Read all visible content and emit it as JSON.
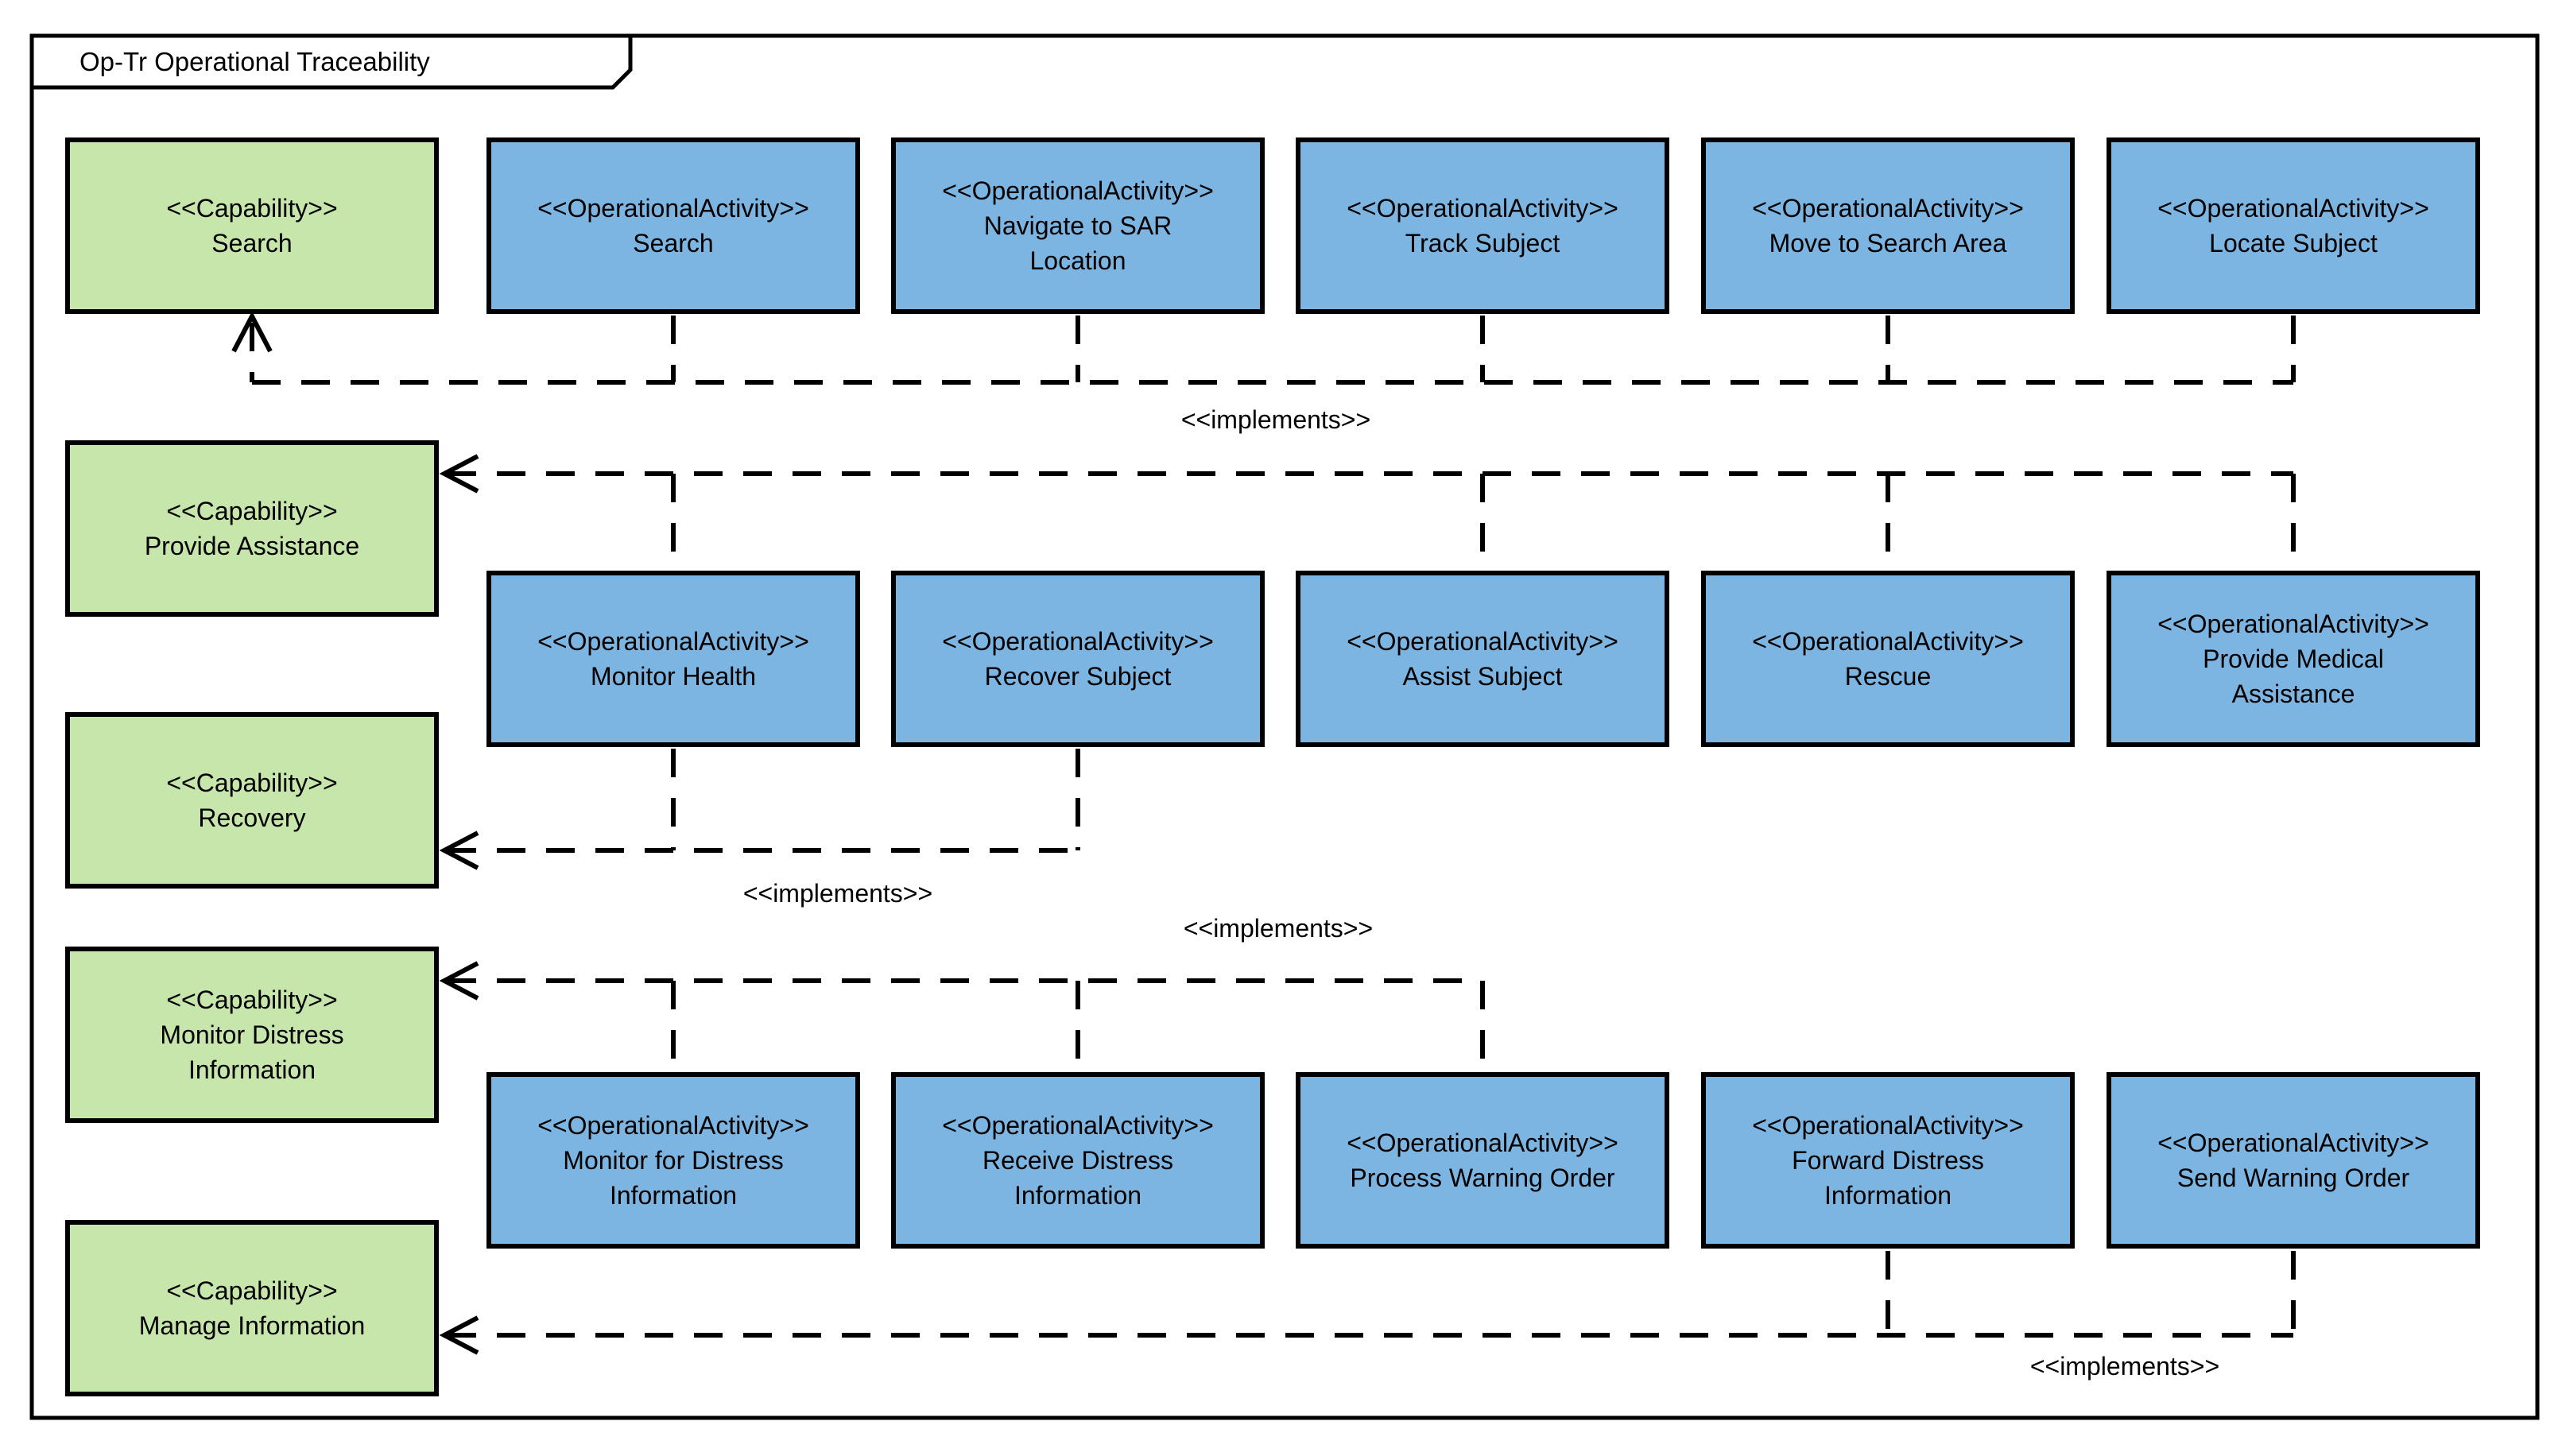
{
  "frame": {
    "title": "Op-Tr Operational Traceability"
  },
  "stereotypes": {
    "capability": "<<Capability>>",
    "activity": "<<OperationalActivity>>"
  },
  "labels": {
    "implements": "<<implements>>"
  },
  "colors": {
    "capability_fill": "#c7e6ab",
    "activity_fill": "#7db5e2",
    "stroke": "#000000",
    "background": "#ffffff"
  },
  "capabilities": [
    "Search",
    "Provide Assistance",
    "Recovery",
    "Monitor Distress Information",
    "Manage Information"
  ],
  "activities": {
    "row1": [
      "Search",
      "Navigate to SAR Location",
      "Track Subject",
      "Move to Search Area",
      "Locate Subject"
    ],
    "row2": [
      "Monitor Health",
      "Recover Subject",
      "Assist Subject",
      "Rescue",
      "Provide Medical Assistance"
    ],
    "row3": [
      "Monitor for Distress Information",
      "Receive Distress Information",
      "Process Warning Order",
      "Forward Distress Information",
      "Send Warning Order"
    ]
  },
  "relationships": [
    {
      "capability": "Search",
      "activities": [
        "Search",
        "Navigate to SAR Location",
        "Track Subject",
        "Move to Search Area",
        "Locate Subject"
      ],
      "implements_label_visible": true
    },
    {
      "capability": "Provide Assistance",
      "activities": [
        "Monitor Health",
        "Assist Subject",
        "Rescue",
        "Provide Medical Assistance"
      ],
      "implements_label_visible": false
    },
    {
      "capability": "Recovery",
      "activities": [
        "Monitor Health",
        "Recover Subject"
      ],
      "implements_label_visible": true
    },
    {
      "capability": "Monitor Distress Information",
      "activities": [
        "Monitor for Distress Information",
        "Receive Distress Information",
        "Process Warning Order"
      ],
      "implements_label_visible": true
    },
    {
      "capability": "Manage Information",
      "activities": [
        "Forward Distress Information",
        "Send Warning Order"
      ],
      "implements_label_visible": true
    }
  ]
}
